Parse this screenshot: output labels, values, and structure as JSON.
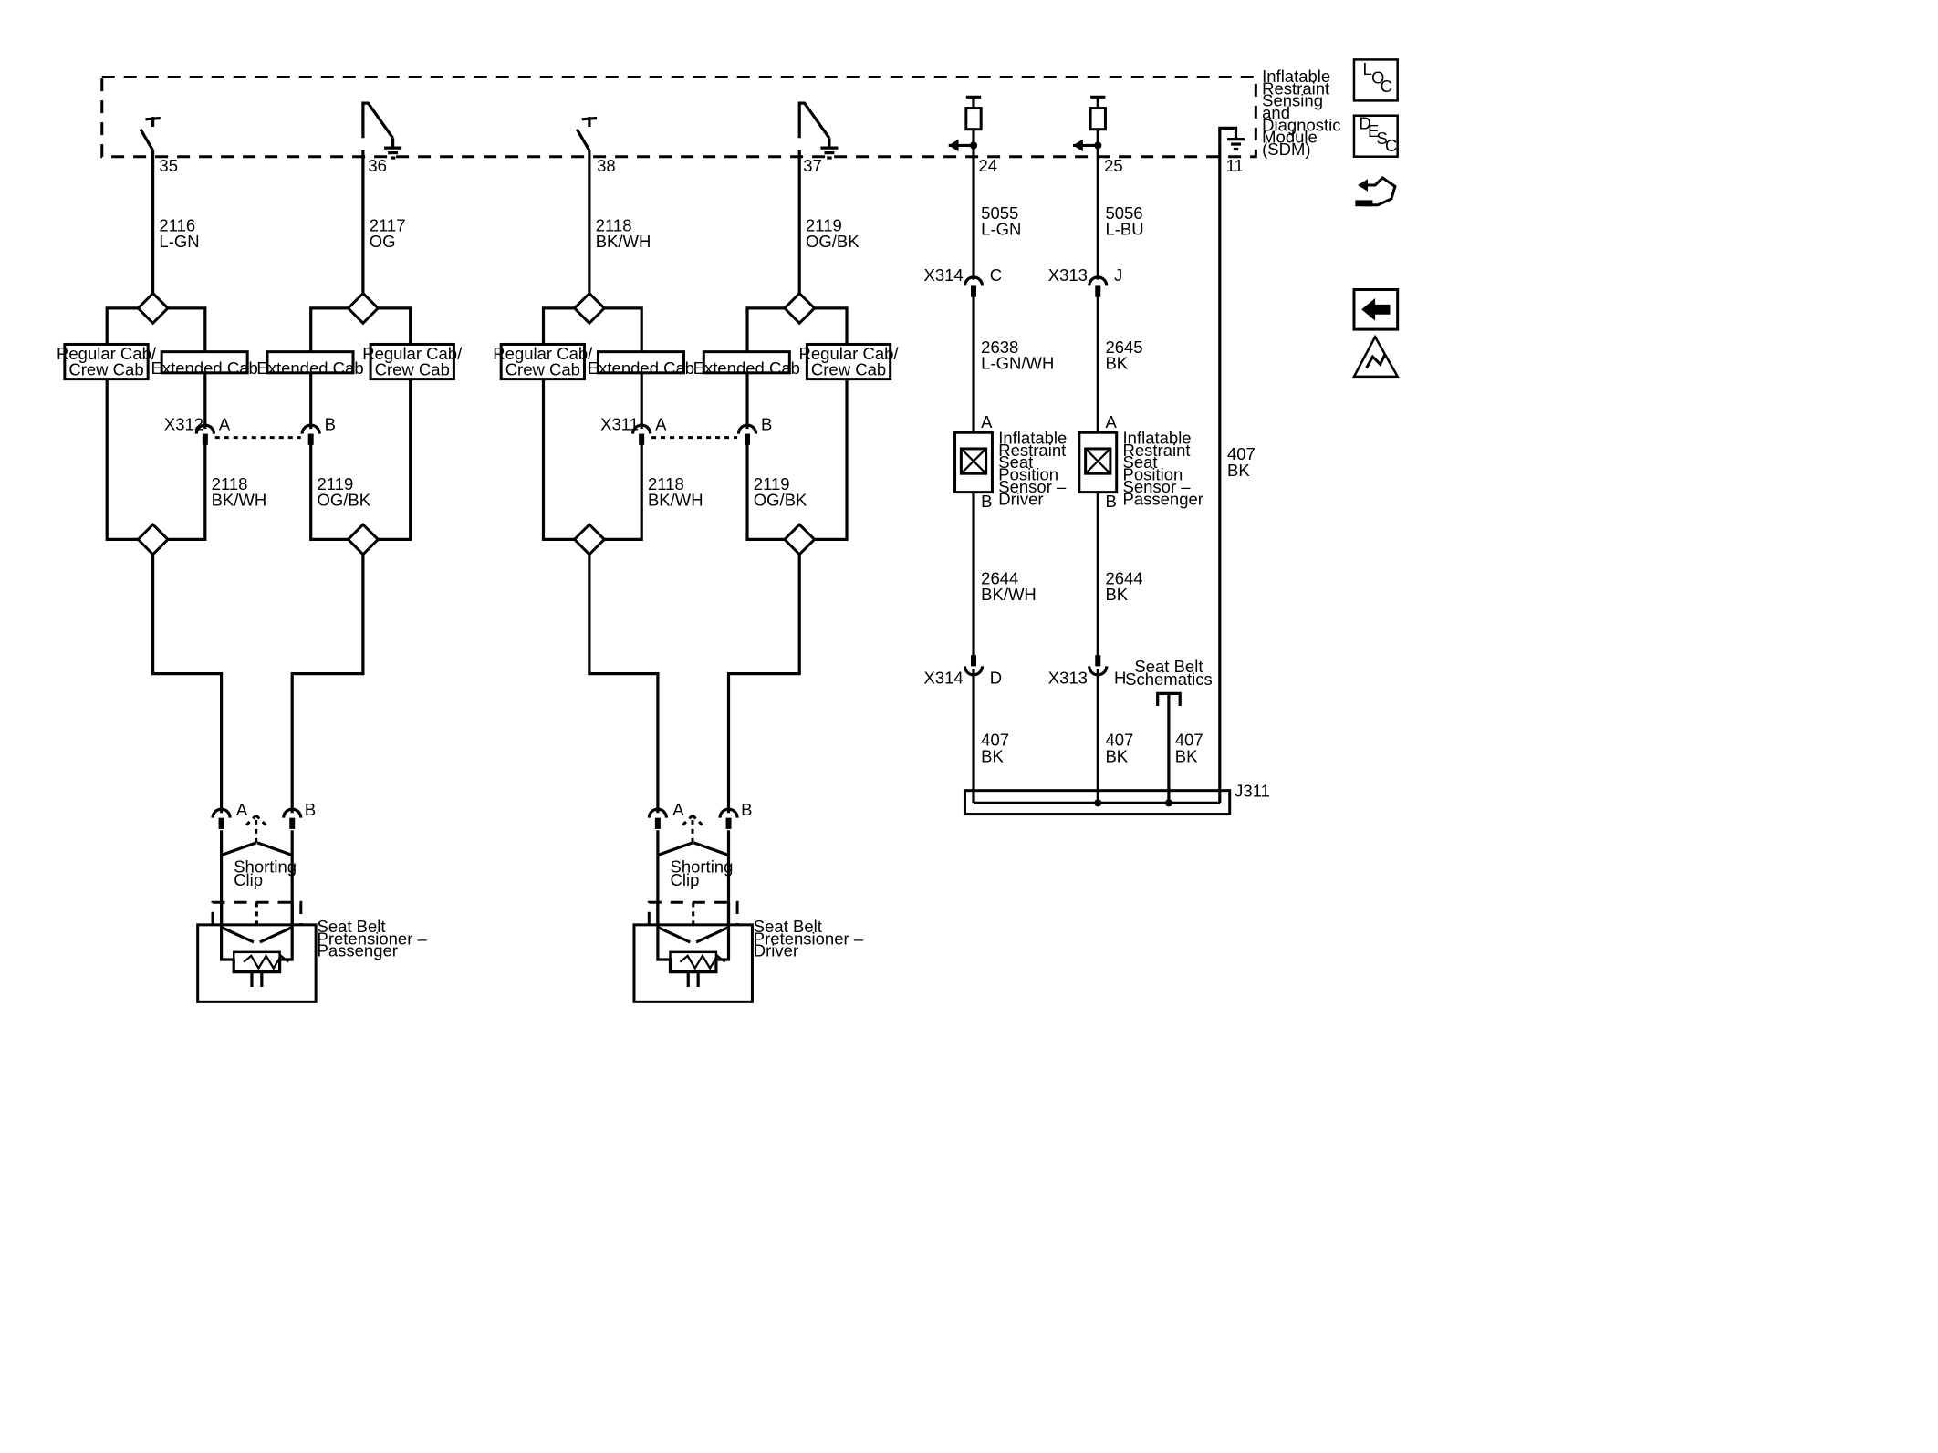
{
  "sdm": {
    "label": [
      "Inflatable",
      "Restraint",
      "Sensing",
      "and",
      "Diagnostic",
      "Module",
      "(SDM)"
    ]
  },
  "pins": {
    "p35": "35",
    "p36": "36",
    "p38": "38",
    "p37": "37",
    "p24": "24",
    "p25": "25",
    "p11": "11"
  },
  "wires": {
    "w2116": {
      "num": "2116",
      "color": "L-GN"
    },
    "w2117": {
      "num": "2117",
      "color": "OG"
    },
    "w2118a": {
      "num": "2118",
      "color": "BK/WH"
    },
    "w2119a": {
      "num": "2119",
      "color": "OG/BK"
    },
    "w5055": {
      "num": "5055",
      "color": "L-GN"
    },
    "w5056": {
      "num": "5056",
      "color": "L-BU"
    },
    "w2118b": {
      "num": "2118",
      "color": "BK/WH"
    },
    "w2119b": {
      "num": "2119",
      "color": "OG/BK"
    },
    "w2118c": {
      "num": "2118",
      "color": "BK/WH"
    },
    "w2119c": {
      "num": "2119",
      "color": "OG/BK"
    },
    "w2638": {
      "num": "2638",
      "color": "L-GN/WH"
    },
    "w2645": {
      "num": "2645",
      "color": "BK"
    },
    "w2644a": {
      "num": "2644",
      "color": "BK/WH"
    },
    "w2644b": {
      "num": "2644",
      "color": "BK"
    },
    "w407a": {
      "num": "407",
      "color": "BK"
    },
    "w407b": {
      "num": "407",
      "color": "BK"
    },
    "w407c": {
      "num": "407",
      "color": "BK"
    },
    "w407d": {
      "num": "407",
      "color": "BK"
    }
  },
  "options": {
    "regular_crew": [
      "Regular Cab/",
      "Crew Cab"
    ],
    "extended": "Extended Cab"
  },
  "connectors": {
    "x312": "X312",
    "x311": "X311",
    "x314": "X314",
    "x313": "X313",
    "j311": "J311",
    "pin_a": "A",
    "pin_b": "B",
    "pin_c": "C",
    "pin_d": "D",
    "pin_j": "J",
    "pin_h": "H"
  },
  "components": {
    "shorting_clip": [
      "Shorting",
      "Clip"
    ],
    "pretensioner_passenger": [
      "Seat Belt",
      "Pretensioner –",
      "Passenger"
    ],
    "pretensioner_driver": [
      "Seat Belt",
      "Pretensioner –",
      "Driver"
    ],
    "sensor_driver": [
      "Inflatable",
      "Restraint",
      "Seat",
      "Position",
      "Sensor –",
      "Driver"
    ],
    "sensor_passenger": [
      "Inflatable",
      "Restraint",
      "Seat",
      "Position",
      "Sensor –",
      "Passenger"
    ],
    "seat_belt_schematics": [
      "Seat Belt",
      "Schematics"
    ]
  },
  "side_icons": {
    "loc": [
      "L",
      "O",
      "C"
    ],
    "desc": [
      "D",
      "E",
      "S",
      "C"
    ],
    "icons": [
      "loc-icon",
      "desc-icon",
      "connector-repair-icon",
      "back-arrow-icon",
      "esd-warning-icon"
    ]
  }
}
